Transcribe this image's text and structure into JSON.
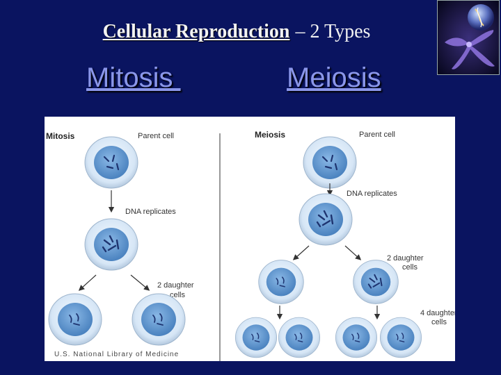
{
  "slide": {
    "title_bold": "Cellular Reproduction",
    "title_rest": "– 2 Types",
    "subtitle_left": "Mitosis ",
    "subtitle_right": "Meiosis"
  },
  "diagram": {
    "mitosis": {
      "heading": "Mitosis",
      "parent_cell": "Parent cell",
      "dna_replicates": "DNA replicates",
      "daughters": [
        "2 daughter",
        "cells"
      ]
    },
    "meiosis": {
      "heading": "Meiosis",
      "parent_cell": "Parent cell",
      "dna_replicates": "DNA replicates",
      "daughters_2": [
        "2 daughter",
        "cells"
      ],
      "daughters_4": [
        "4 daughter",
        "cells"
      ]
    },
    "credit": "U.S. National Library of Medicine"
  },
  "colors": {
    "background": "#0a1460",
    "subtitle": "#8a96ea",
    "cell_outer": "#dbe9f7",
    "cell_nucleus": "#5b93cc",
    "chromosome": "#223a7a"
  }
}
